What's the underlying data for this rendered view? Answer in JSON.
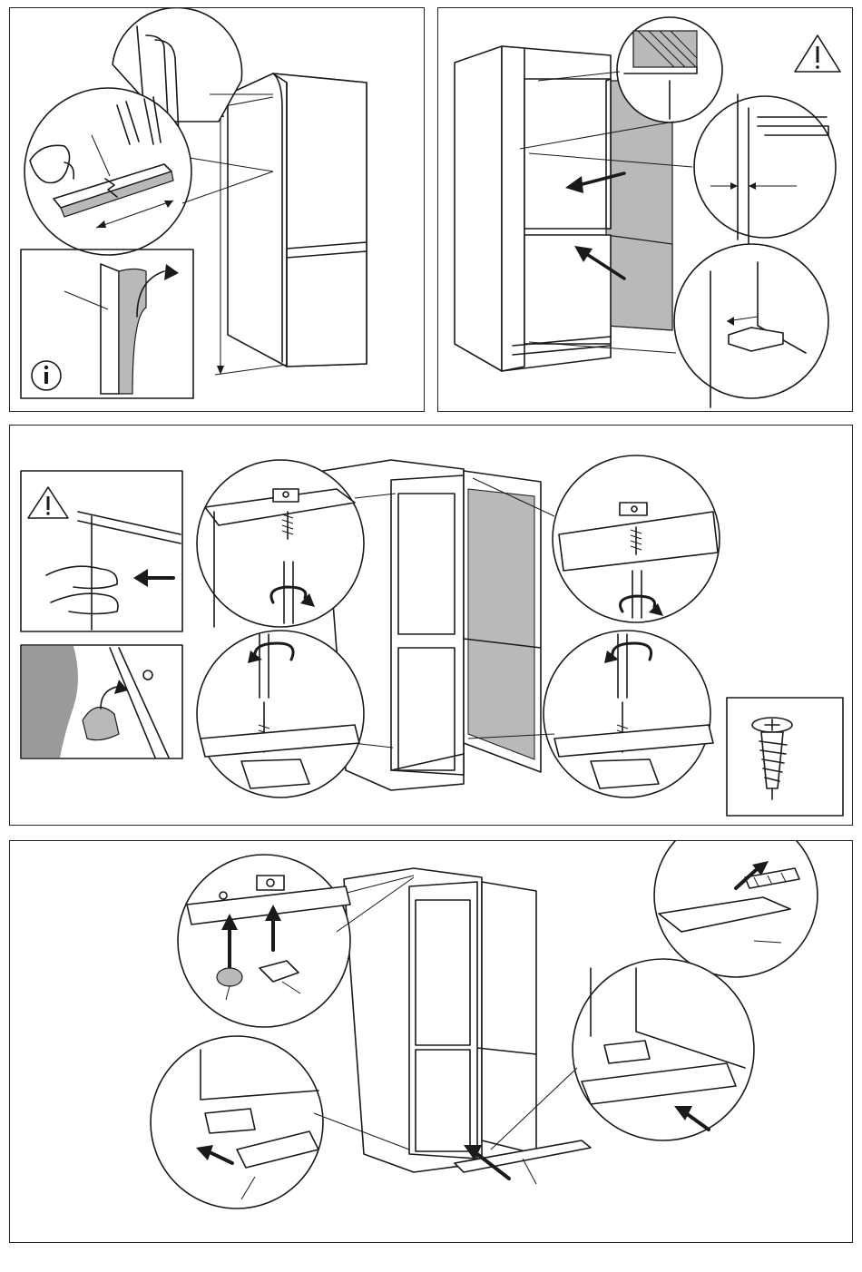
{
  "colors": {
    "line": "#1a1a1a",
    "panel_gray": "#b9b9b9",
    "photo_gray": "#9a9a9a",
    "background": "#ffffff"
  },
  "icons": [
    "warning-triangle-icon",
    "info-circle-icon",
    "screw-icon",
    "arrow-icon",
    "rotate-arrow-icon"
  ],
  "panels": [
    {
      "id": "step-1-measure-and-trim-seal",
      "icons": [
        "info-circle-icon"
      ]
    },
    {
      "id": "step-2-push-into-niche",
      "icons": [
        "warning-triangle-icon"
      ]
    },
    {
      "id": "step-3-screw-fixing",
      "icons": [
        "warning-triangle-icon",
        "screw-icon"
      ]
    },
    {
      "id": "step-4-covers-and-plinth",
      "icons": []
    }
  ]
}
